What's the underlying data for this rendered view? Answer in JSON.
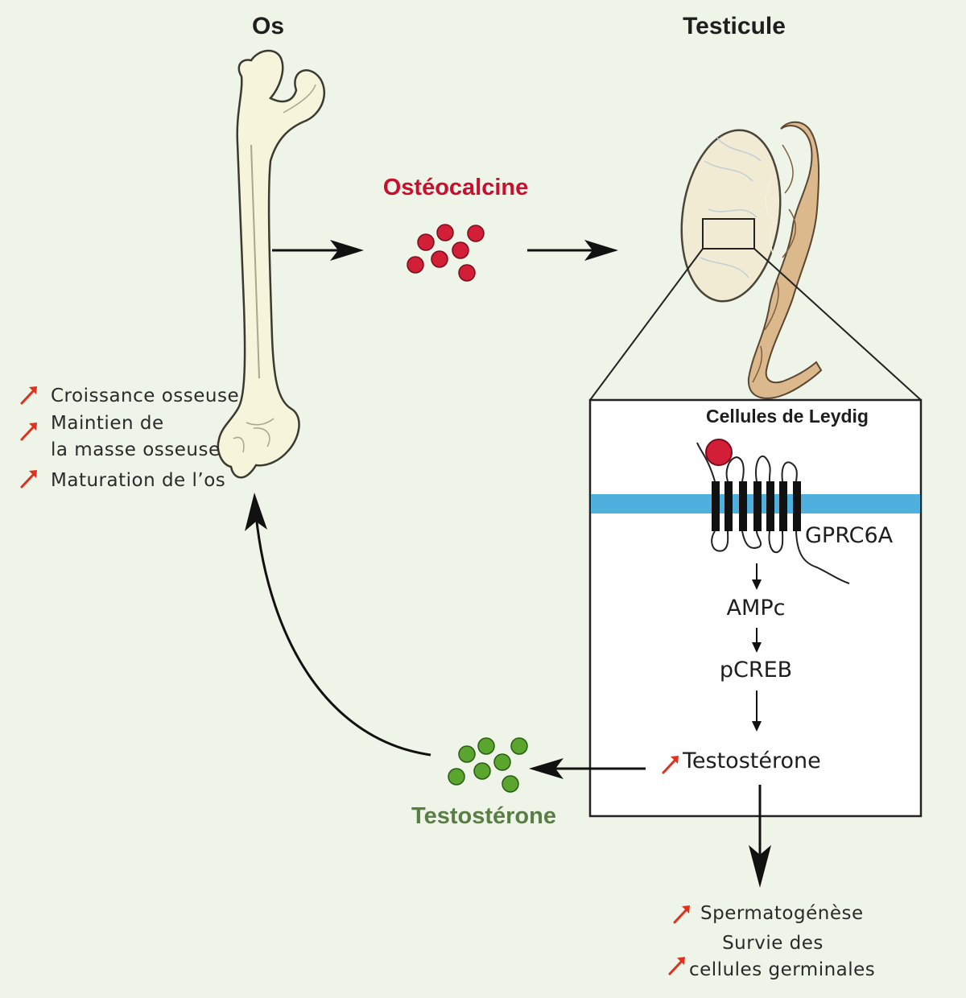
{
  "labels": {
    "bone": "Os",
    "testicle": "Testicule",
    "osteocalcin": "Ostéocalcine",
    "testosterone_hormone": "Testostérone",
    "leydig": "Cellules de Leydig",
    "receptor": "GPRC6A",
    "camp": "AMPc",
    "pcreb": "pCREB",
    "testosterone_inner": "Testostérone"
  },
  "bone_effects": [
    "Croissance osseuse",
    "Maintien de",
    "la masse osseuse",
    "Maturation de l’os"
  ],
  "testis_effects": [
    "Spermatogénèse",
    "Survie des",
    "cellules germinales"
  ],
  "colors": {
    "background": "#eef5e8",
    "osteocalcin": "#c8102e",
    "testosterone": "#4f9a2a",
    "testosterone_label": "#5a7d45",
    "membrane": "#4fb0de",
    "increase_arrow": "#e0301e",
    "bone": "#f7f4dc"
  },
  "icons": {
    "increase": "red-up-arrow-icon"
  }
}
